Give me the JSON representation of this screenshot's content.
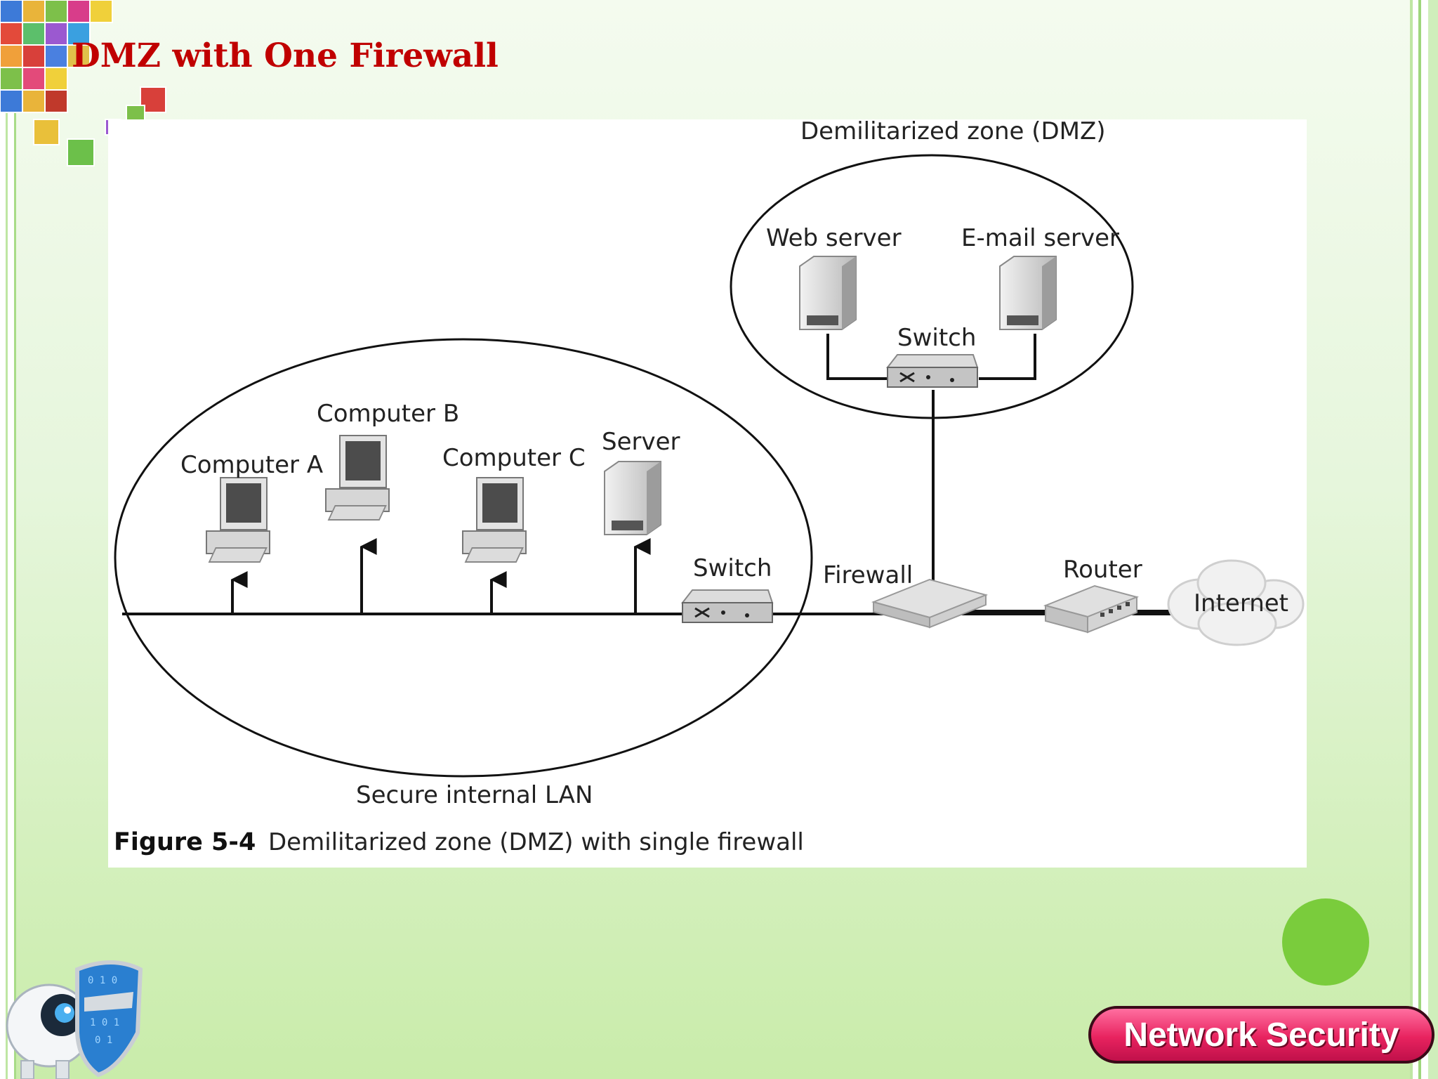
{
  "slide": {
    "title": "DMZ with One Firewall"
  },
  "diagram": {
    "zones": {
      "dmz": "Demilitarized zone (DMZ)",
      "lan": "Secure internal LAN"
    },
    "nodes": {
      "web_server": "Web server",
      "email_server": "E-mail server",
      "dmz_switch": "Switch",
      "computer_a": "Computer A",
      "computer_b": "Computer B",
      "computer_c": "Computer C",
      "lan_server": "Server",
      "lan_switch": "Switch",
      "firewall": "Firewall",
      "router": "Router",
      "internet": "Internet"
    },
    "caption": {
      "figure": "Figure 5-4",
      "text": "Demilitarized zone (DMZ) with single firewall"
    }
  },
  "footer": {
    "brand": "Network Security"
  },
  "colors": {
    "title": "#c00000",
    "accent_green": "#7acc3c",
    "badge_pink": "#e8235f"
  }
}
